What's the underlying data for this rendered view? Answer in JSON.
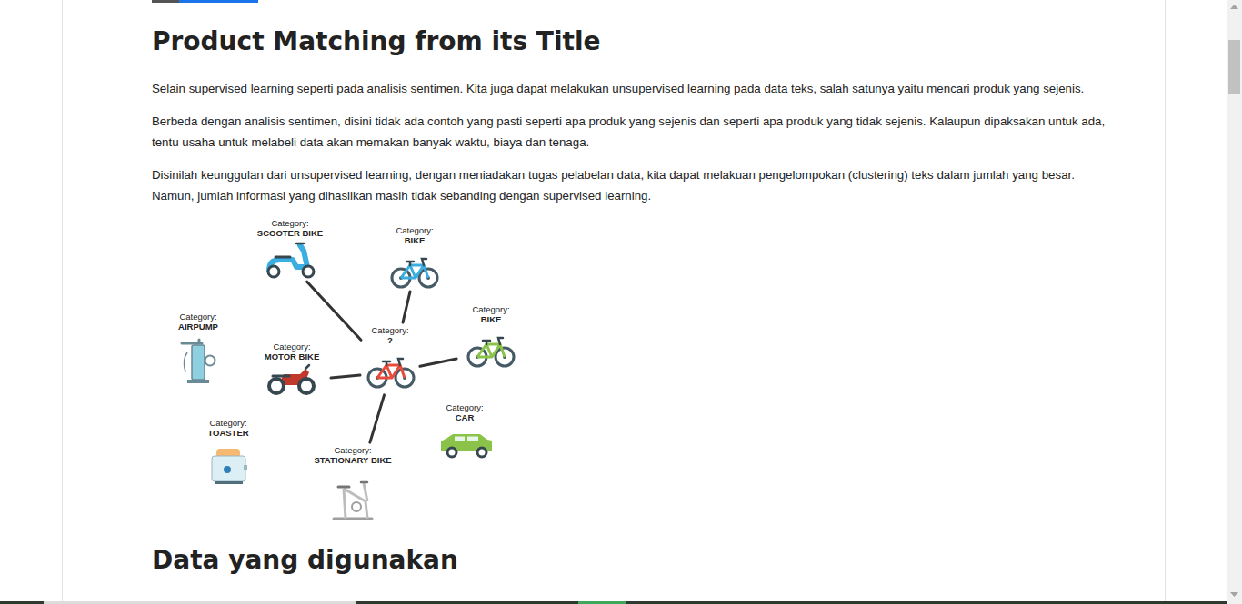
{
  "diagram": {
    "title": "Product Matching from its Title",
    "nodes": [
      {
        "text": [
          "Category:",
          "SCOOTER BIKE"
        ]
      },
      {
        "text": [
          "Category:",
          "BIKE"
        ]
      },
      {
        "text": [
          "Category:",
          "BIKE"
        ]
      },
      {
        "text": [
          "Category:",
          "AIRPUMP"
        ]
      },
      {
        "text": [
          "Category:",
          "?"
        ]
      },
      {
        "text": [
          "Category:",
          "MOTOR BIKE"
        ]
      },
      {
        "text": [
          "Category:",
          "CAR"
        ]
      },
      {
        "text": [
          "Category:",
          "TOASTER"
        ]
      },
      {
        "text": [
          "Category:",
          "STATIONARY BIKE"
        ]
      }
    ],
    "edges": [
      {
        "from": 4,
        "to": 0,
        "arrow": "none"
      },
      {
        "from": 4,
        "to": 1,
        "arrow": "none"
      },
      {
        "from": 4,
        "to": 2,
        "arrow": "none"
      },
      {
        "from": 4,
        "to": 5,
        "arrow": "none"
      },
      {
        "from": 4,
        "to": 8,
        "arrow": "none"
      }
    ],
    "labels": [
      "Selain supervised learning seperti pada analisis sentimen. Kita juga dapat melakukan unsupervised learning pada data teks, salah satunya yaitu mencari produk yang sejenis.",
      "Berbeda dengan analisis sentimen, disini tidak ada contoh yang pasti seperti apa produk yang sejenis dan seperti apa produk yang tidak sejenis. Kalaupun dipaksakan untuk ada, tentu usaha untuk melabeli data akan memakan banyak waktu, biaya dan tenaga.",
      "Disinilah keunggulan dari unsupervised learning, dengan meniadakan tugas pelabelan data, kita dapat melakuan pengelompokan (clustering) teks dalam jumlah yang besar. Namun, jumlah informasi yang dihasilkan masih tidak sebanding dengan supervised learning.",
      "Data yang digunakan"
    ]
  }
}
